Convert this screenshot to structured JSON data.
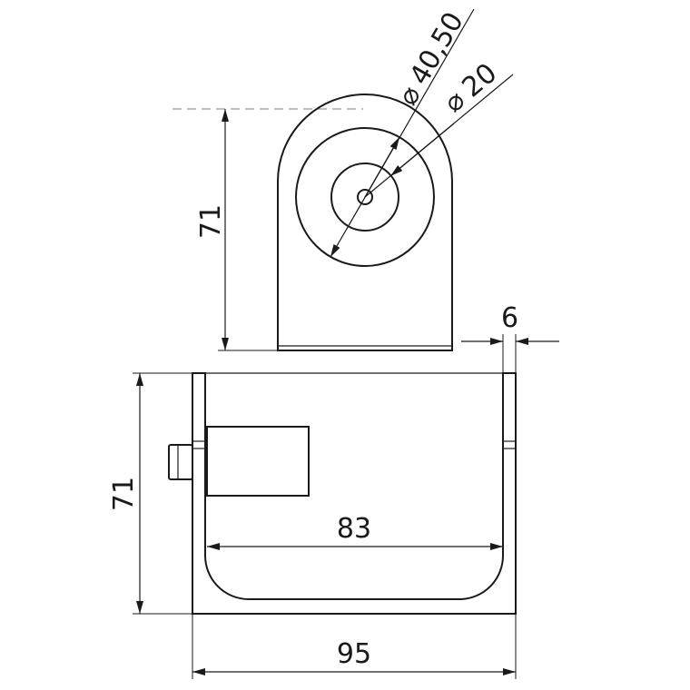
{
  "dimensions": {
    "top_height": "71",
    "diameter_outer": "40,50",
    "diameter_inner": "20",
    "thickness": "6",
    "inner_width": "83",
    "front_height": "71",
    "overall_width": "95"
  },
  "symbols": {
    "diameter": "⌀"
  },
  "colors": {
    "line": "#1a1a1a",
    "centerline": "#9a9a9a"
  }
}
